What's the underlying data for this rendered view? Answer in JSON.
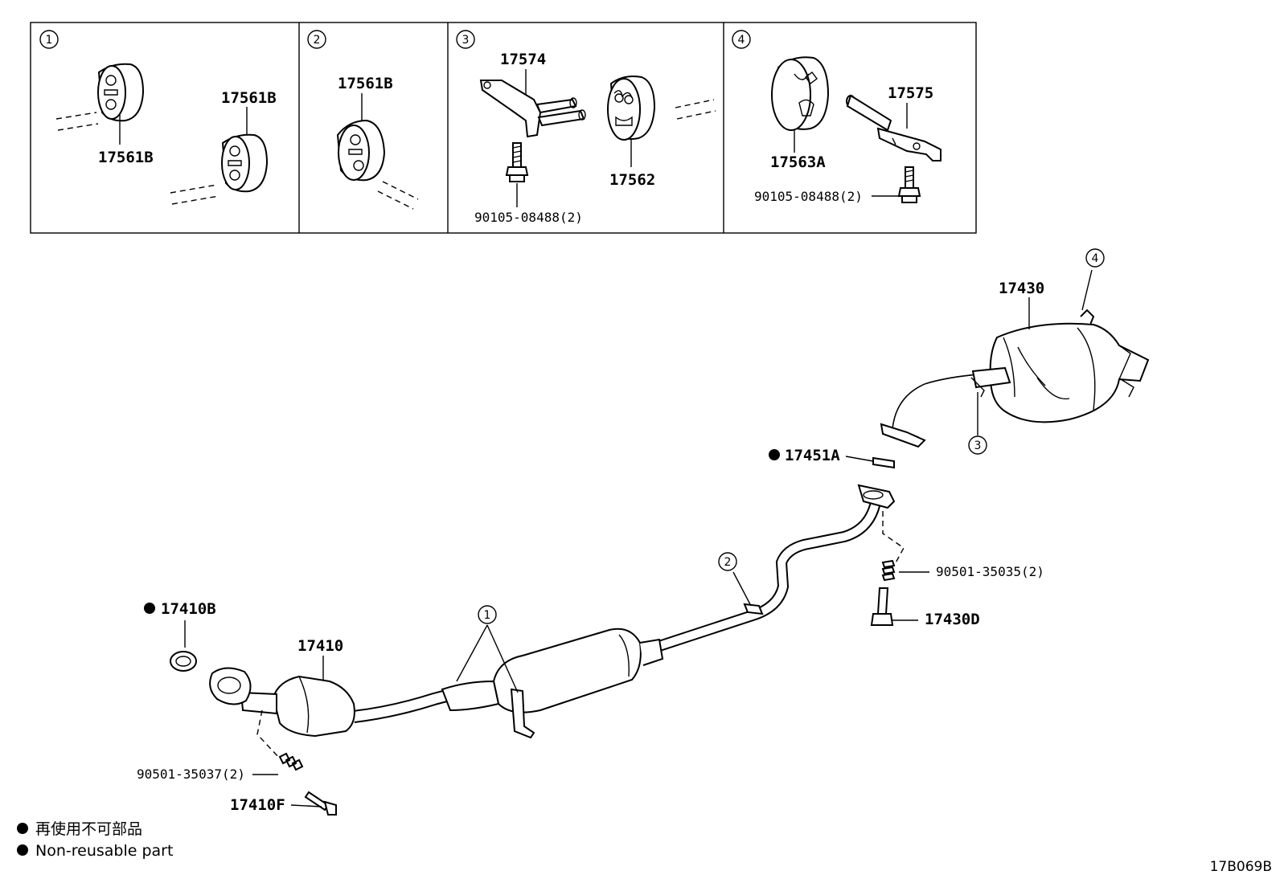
{
  "insets": [
    {
      "num": "1",
      "labels": [
        "17561B",
        "17561B"
      ]
    },
    {
      "num": "2",
      "labels": [
        "17561B"
      ]
    },
    {
      "num": "3",
      "labels": [
        "17574",
        "17562",
        "90105-08488(2)"
      ]
    },
    {
      "num": "4",
      "labels": [
        "17575",
        "17563A",
        "90105-08488(2)"
      ]
    }
  ],
  "main_labels": {
    "l17430": "17430",
    "l17451a": "17451A",
    "l9050135035": "90501-35035(2)",
    "l17430d": "17430D",
    "l17410b": "17410B",
    "l17410": "17410",
    "l9050135037": "90501-35037(2)",
    "l17410f": "17410F"
  },
  "callouts": {
    "c4": "4",
    "c3": "3",
    "c2": "2",
    "c1": "1"
  },
  "legend": {
    "line1": "再使用不可部品",
    "line2": "Non-reusable part"
  },
  "figure_code": "17B069B"
}
